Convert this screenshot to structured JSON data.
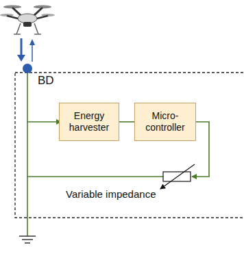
{
  "diagram": {
    "nodes": [
      {
        "text": [
          "Energy harvester"
        ]
      },
      {
        "text": [
          "Micro- controller"
        ]
      }
    ],
    "edges": [
      {
        "from": 0,
        "to": 1,
        "arrow": "none"
      }
    ],
    "labels": [
      "BD",
      "Variable impedance"
    ]
  }
}
